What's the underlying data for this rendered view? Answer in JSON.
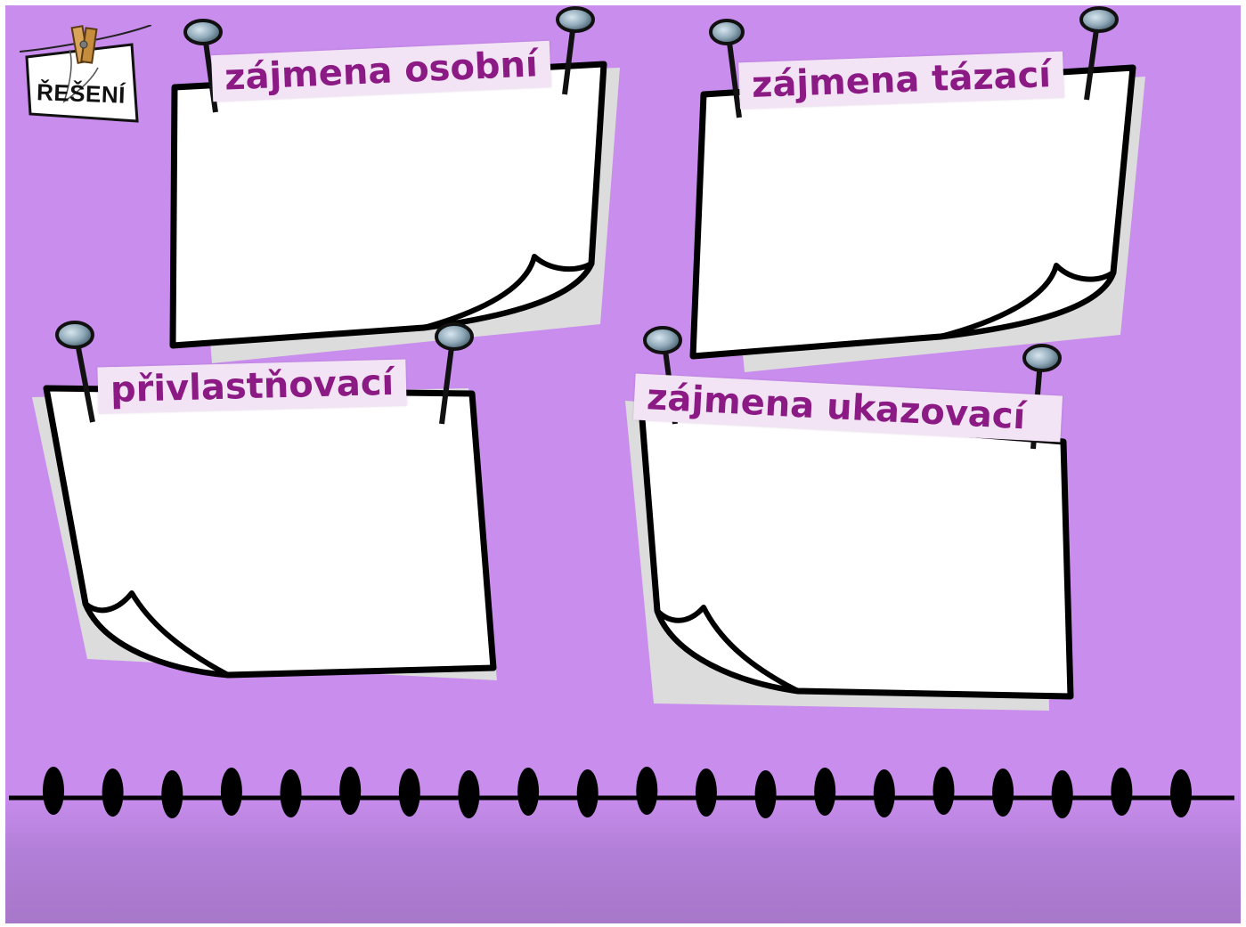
{
  "solution_button": {
    "label": "ŘEŠENÍ",
    "icon": "clothespin-paper-icon"
  },
  "notes": [
    {
      "id": "osobni",
      "title": "zájmena osobní"
    },
    {
      "id": "tazaci",
      "title": "zájmena tázací"
    },
    {
      "id": "privlastnovaci",
      "title": "přivlastňovací"
    },
    {
      "id": "ukazovaci",
      "title": "zájmena ukazovací"
    }
  ],
  "colors": {
    "background": "#c98ded",
    "label_text": "#8b1a85",
    "label_bg": "#f2e4f5",
    "paper": "#ffffff",
    "paper_shadow": "#dcdcdc",
    "pin_head": "#8fa8b8"
  },
  "decor": {
    "bead_count": 20,
    "icon": "bead-string-divider"
  }
}
